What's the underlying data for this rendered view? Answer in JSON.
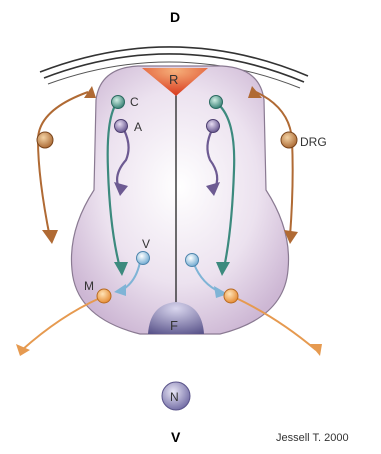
{
  "labels": {
    "dorsal": "D",
    "ventral": "V",
    "roof_plate": "R",
    "floor_plate": "F",
    "notochord": "N",
    "commissural": "C",
    "association": "A",
    "interneuron_v": "V",
    "motor": "M",
    "drg": "DRG"
  },
  "citation": "Jessell T. 2000",
  "colors": {
    "tube_fill": "#d8c6de",
    "tube_stroke": "#8a7a92",
    "roof": "#e0502a",
    "floor": "#6f6a9e",
    "notochord": "#8d86b8",
    "drg_axon": "#b06a34",
    "motor_axon": "#e69a50",
    "commissural": "#3c8a7e",
    "association": "#6d5a92",
    "interneuron": "#7fb4d6"
  }
}
